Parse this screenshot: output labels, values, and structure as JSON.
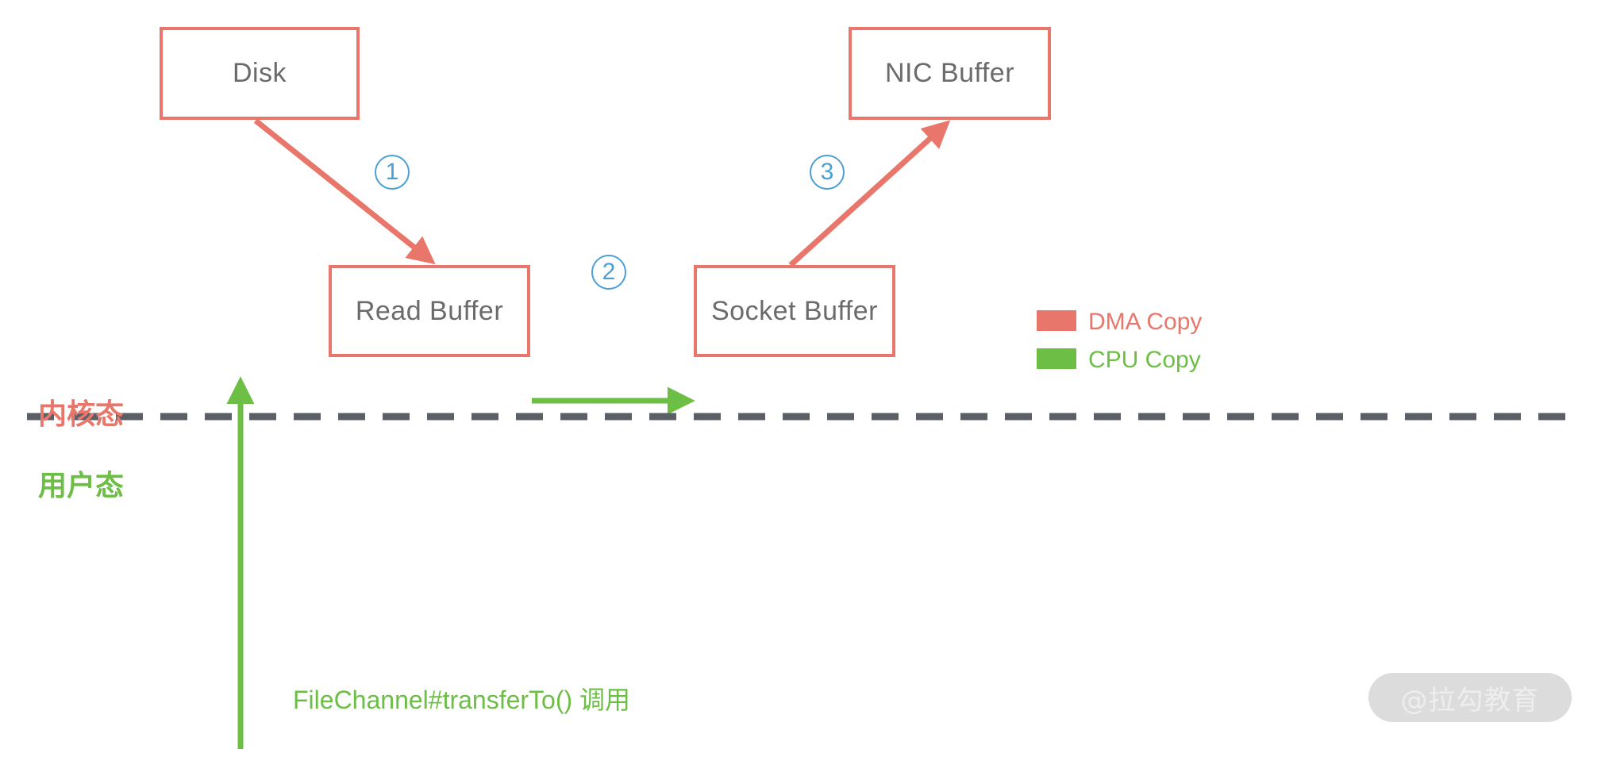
{
  "diagram": {
    "title": "Zero-copy FileChannel#transferTo data flow",
    "colors": {
      "dma_red": "#e8766b",
      "cpu_green": "#6cbe45",
      "step_blue": "#4a9fd4",
      "box_text_gray": "#6b6b6b",
      "divider_gray": "#5a5f66",
      "watermark_bg": "#dcdcdc"
    },
    "boxes": [
      {
        "id": "disk",
        "label": "Disk"
      },
      {
        "id": "nic-buffer",
        "label": "NIC Buffer"
      },
      {
        "id": "read-buffer",
        "label": "Read Buffer"
      },
      {
        "id": "socket-buffer",
        "label": "Socket Buffer"
      }
    ],
    "steps": [
      {
        "id": "step-1",
        "label": "①",
        "number": "1",
        "copy_type": "DMA Copy",
        "from": "Disk",
        "to": "Read Buffer"
      },
      {
        "id": "step-2",
        "label": "②",
        "number": "2",
        "copy_type": "CPU Copy",
        "from": "Read Buffer",
        "to": "Socket Buffer"
      },
      {
        "id": "step-3",
        "label": "③",
        "number": "3",
        "copy_type": "DMA Copy",
        "from": "Socket Buffer",
        "to": "NIC Buffer"
      }
    ],
    "mode_labels": {
      "kernel": "内核态",
      "user": "用户态"
    },
    "api_call": "FileChannel#transferTo() 调用",
    "legend": {
      "items": [
        {
          "id": "dma-copy",
          "label": "DMA Copy",
          "color": "#e8766b"
        },
        {
          "id": "cpu-copy",
          "label": "CPU Copy",
          "color": "#6cbe45"
        }
      ]
    },
    "watermark": "@拉勾教育"
  }
}
